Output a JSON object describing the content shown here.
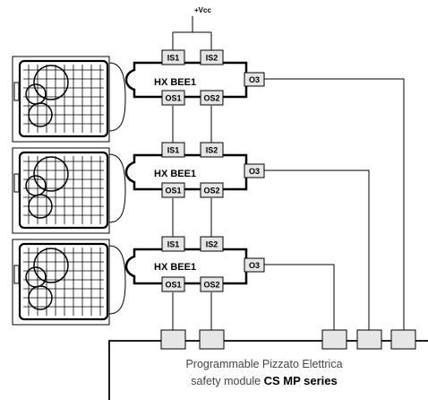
{
  "supply": {
    "label": "+Vcc"
  },
  "sensors": [
    {
      "name": "HX BEE1",
      "in1": "IS1",
      "in2": "IS2",
      "out1": "OS1",
      "out2": "OS2",
      "aux": "O3"
    },
    {
      "name": "HX BEE1",
      "in1": "IS1",
      "in2": "IS2",
      "out1": "OS1",
      "out2": "OS2",
      "aux": "O3"
    },
    {
      "name": "HX BEE1",
      "in1": "IS1",
      "in2": "IS2",
      "out1": "OS1",
      "out2": "OS2",
      "aux": "O3"
    }
  ],
  "module": {
    "line1": "Programmable Pizzato Elettrica",
    "line2_prefix": "safety module ",
    "line2_model": "CS MP series"
  }
}
